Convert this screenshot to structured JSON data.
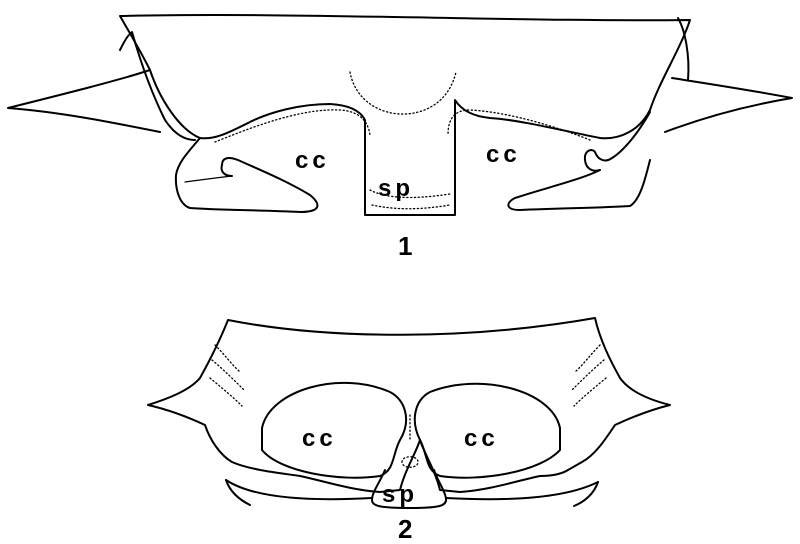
{
  "figure_1": {
    "number": "1",
    "left_chamber_label": "cc",
    "right_chamber_label": "cc",
    "septum_label": "sp"
  },
  "figure_2": {
    "number": "2",
    "left_chamber_label": "cc",
    "right_chamber_label": "cc",
    "septum_label": "sp"
  }
}
